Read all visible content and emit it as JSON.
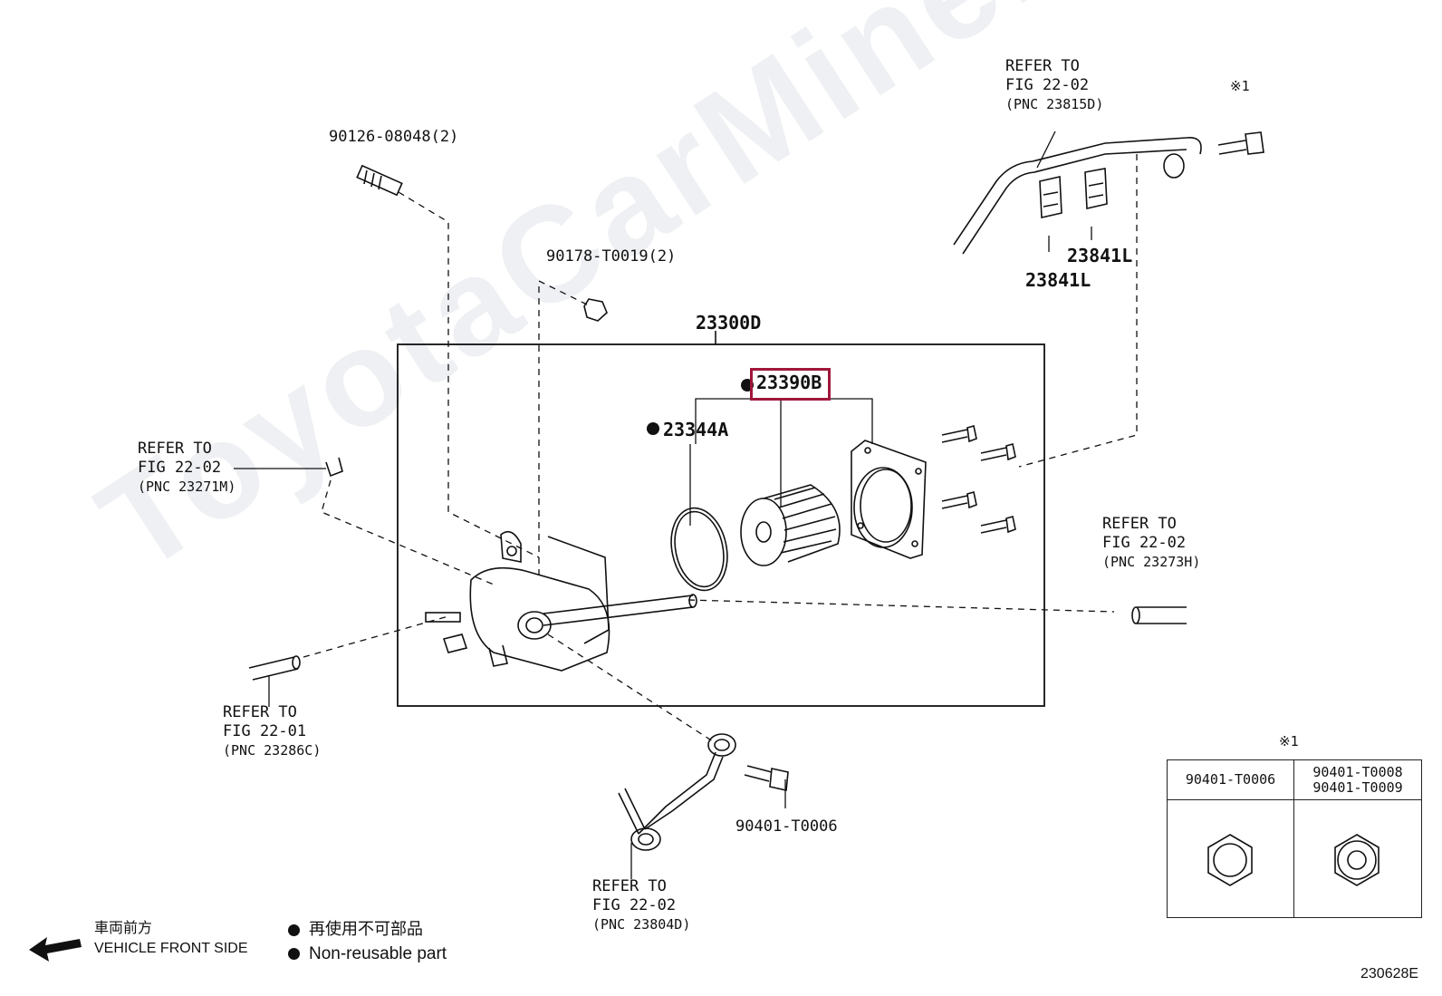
{
  "watermark": "ToyotaCarMine.ru",
  "box_label": "23300D",
  "highlighted_part": "23390B",
  "parts": {
    "p23344a": "23344A",
    "p90126": "90126-08048(2)",
    "p90178": "90178-T0019(2)",
    "p23841l_a": "23841L",
    "p23841l_b": "23841L",
    "p90401": "90401-T0006"
  },
  "refs": {
    "top_right": [
      "REFER TO",
      "FIG 22-02",
      "(PNC 23815D)"
    ],
    "left": [
      "REFER TO",
      "FIG 22-02",
      "(PNC 23271M)"
    ],
    "right": [
      "REFER TO",
      "FIG 22-02",
      "(PNC 23273H)"
    ],
    "bottom_left": [
      "REFER TO",
      "FIG 22-01",
      "(PNC 23286C)"
    ],
    "bottom": [
      "REFER TO",
      "FIG 22-02",
      "(PNC 23804D)"
    ]
  },
  "note_mark": "※1",
  "table_mark": "※1",
  "table": {
    "col1_header": "90401-T0006",
    "col2_header_1": "90401-T0008",
    "col2_header_2": "90401-T0009"
  },
  "legend": {
    "front_jp": "車両前方",
    "front_en": "VEHICLE FRONT SIDE",
    "nonreusable_jp": "再使用不可部品",
    "nonreusable_en": "Non-reusable part"
  },
  "diagram_code": "230628E"
}
